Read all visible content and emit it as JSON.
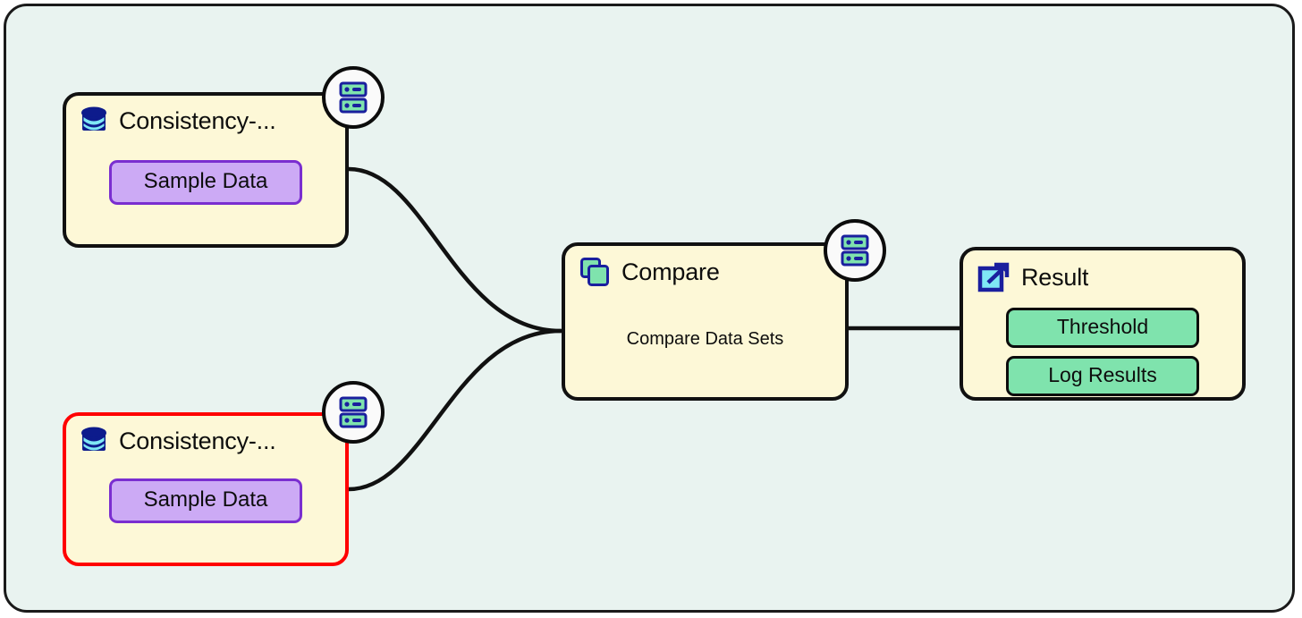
{
  "canvas": {
    "background_color": "#e9f3f0",
    "border_color": "#1a1a1a"
  },
  "palette": {
    "node_fill": "#fdf8d7",
    "node_border": "#111111",
    "selected_border": "#ff0000",
    "chip_purple_fill": "#ccaaf5",
    "chip_purple_border": "#7a2ed0",
    "chip_green_fill": "#7fe3ad",
    "chip_green_border": "#0c0c0c",
    "icon_navy": "#1a1f9e",
    "icon_green": "#7fe3ad",
    "icon_cyan": "#7fe8f5",
    "edge_color": "#111111"
  },
  "nodes": [
    {
      "id": "source-a",
      "title": "Consistency-...",
      "icon": "database-icon",
      "badge_icon": "server-rack-icon",
      "selected": false,
      "chips": [
        {
          "label": "Sample Data",
          "style": "purple"
        }
      ]
    },
    {
      "id": "source-b",
      "title": "Consistency-...",
      "icon": "database-icon",
      "badge_icon": "server-rack-icon",
      "selected": true,
      "chips": [
        {
          "label": "Sample Data",
          "style": "purple"
        }
      ]
    },
    {
      "id": "compare",
      "title": "Compare",
      "subtitle": "Compare Data Sets",
      "icon": "layers-copy-icon",
      "badge_icon": "server-rack-icon",
      "selected": false,
      "chips": []
    },
    {
      "id": "result",
      "title": "Result",
      "icon": "external-link-icon",
      "selected": false,
      "chips": [
        {
          "label": "Threshold",
          "style": "green"
        },
        {
          "label": "Log Results",
          "style": "green"
        }
      ]
    }
  ],
  "edges": [
    {
      "from": "source-a",
      "to": "compare",
      "style": "curved"
    },
    {
      "from": "source-b",
      "to": "compare",
      "style": "curved"
    },
    {
      "from": "compare",
      "to": "result",
      "style": "straight"
    }
  ]
}
